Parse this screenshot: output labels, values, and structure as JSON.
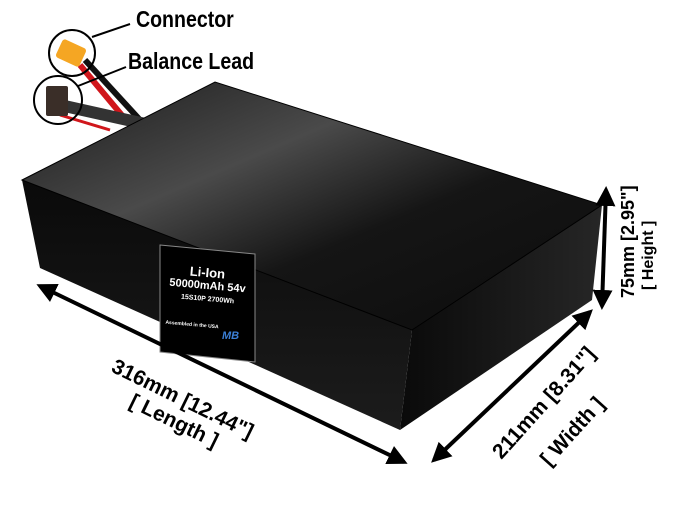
{
  "callouts": {
    "connector": "Connector",
    "balance_lead": "Balance Lead"
  },
  "dimensions": {
    "length": "316mm  [12.44\"]",
    "length_label": "[ Length ]",
    "width": "211mm [8.31\"]",
    "width_label": "[ Width ]",
    "height": "75mm [2.95\"]",
    "height_label": "[ Height ]"
  },
  "battery_label": {
    "chemistry": "Li-Ion",
    "capacity": "50000mAh 54v",
    "config": "15S10P 2700Wh",
    "origin": "Assembled in the USA",
    "logo": "MB"
  },
  "colors": {
    "connector": "#f5a623",
    "case": "#111111",
    "red_wire": "#d0161b"
  }
}
